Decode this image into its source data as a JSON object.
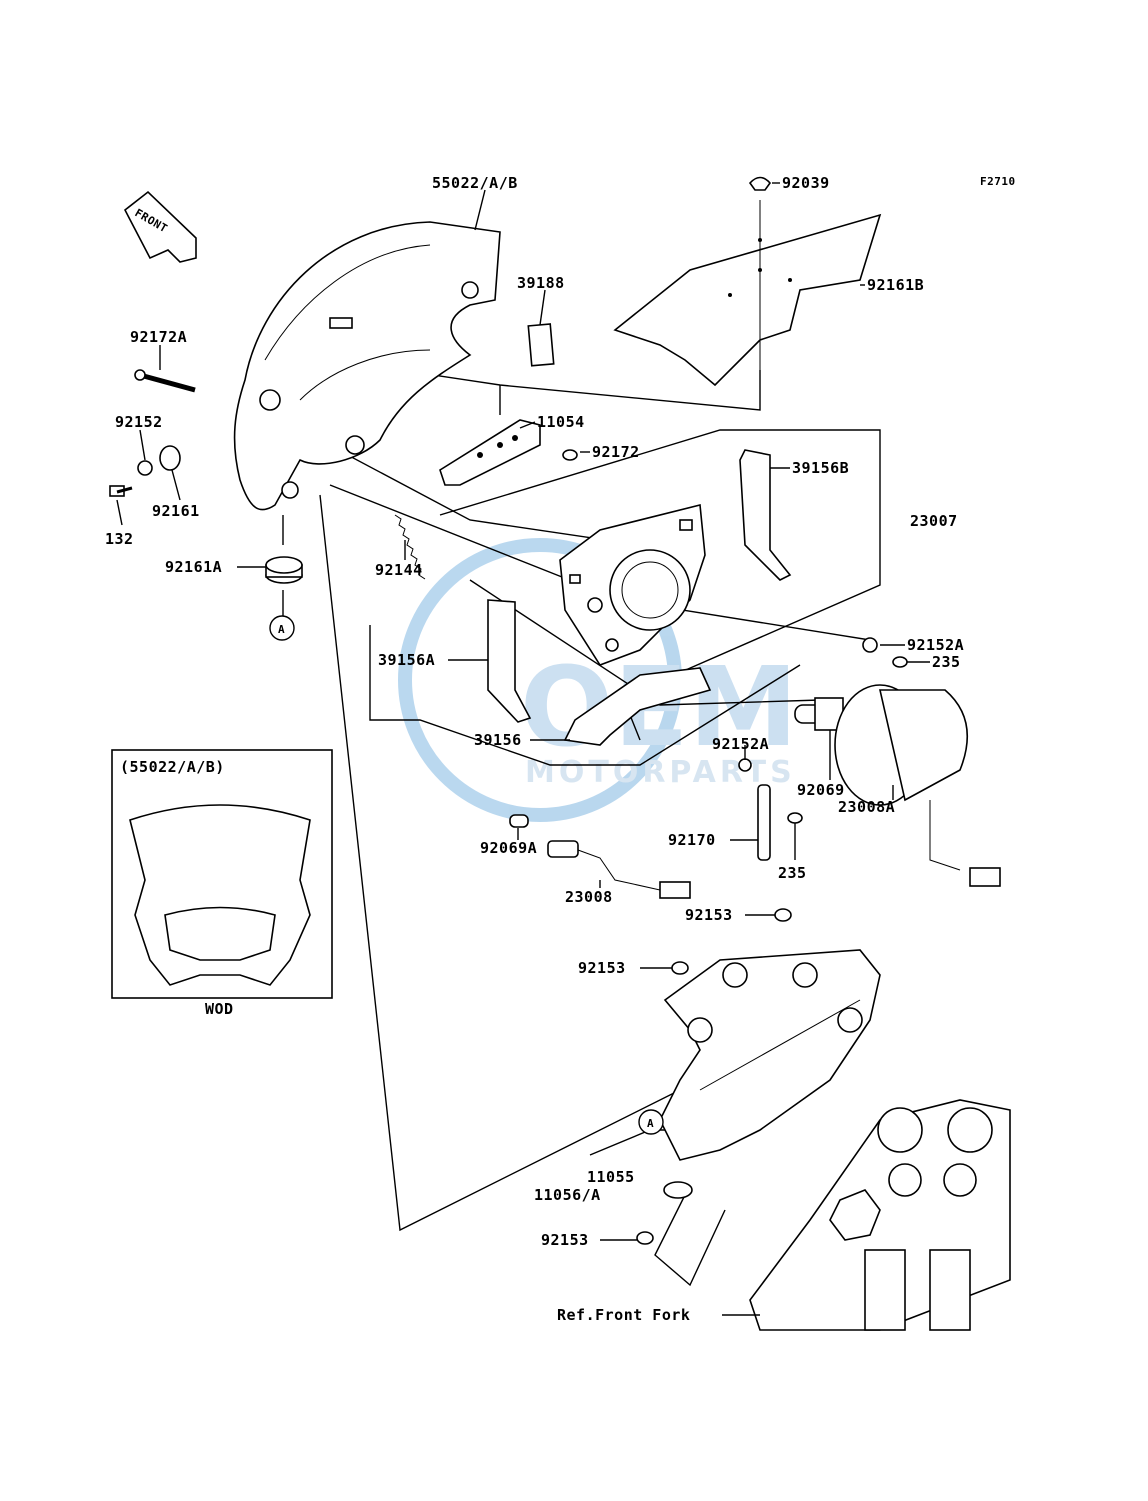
{
  "figure_code": "F2710",
  "front_arrow": "FRONT",
  "watermark": {
    "logo": "OEM",
    "sub": "MOTORPARTS",
    "color": "#3a8fd0"
  },
  "inset": {
    "label": "(55022/A/B)",
    "caption": "WOD"
  },
  "ref_label": "Ref.Front Fork",
  "circle_A": "A",
  "labels": {
    "p55022": "55022/A/B",
    "p92039": "92039",
    "p39188": "39188",
    "p92161B": "92161B",
    "p92172A": "92172A",
    "p11054": "11054",
    "p92172": "92172",
    "p92152": "92152",
    "p92161": "92161",
    "p132": "132",
    "p39156B": "39156B",
    "p23007": "23007",
    "p92144": "92144",
    "p92161A": "92161A",
    "p92152A_1": "92152A",
    "p235_1": "235",
    "p39156A": "39156A",
    "p39156": "39156",
    "p92152A_2": "92152A",
    "p92069": "92069",
    "p23008A": "23008A",
    "p92069A": "92069A",
    "p92170": "92170",
    "p235_2": "235",
    "p23008": "23008",
    "p92153_1": "92153",
    "p92153_2": "92153",
    "p11055": "11055",
    "p11056": "11056/A",
    "p92153_3": "92153"
  }
}
